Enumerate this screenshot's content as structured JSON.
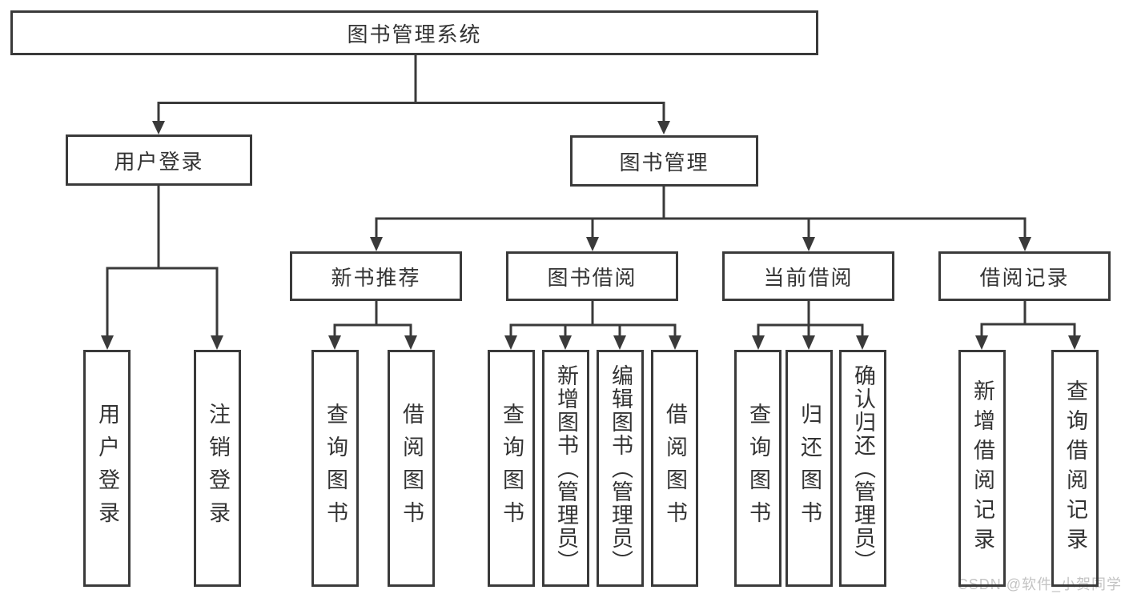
{
  "nodes": {
    "root": "图书管理系统",
    "level2": {
      "user_login": "用户登录",
      "book_mgmt": "图书管理"
    },
    "level3": {
      "new_books": "新书推荐",
      "book_borrow": "图书借阅",
      "current_borrow": "当前借阅",
      "borrow_records": "借阅记录"
    },
    "leaves": {
      "user_login": "用户登录",
      "logout": "注销登录",
      "nb_query_books": "查询图书",
      "nb_borrow_books": "借阅图书",
      "bb_query_books": "查询图书",
      "bb_add_books": "新增图书（管理员）",
      "bb_edit_books": "编辑图书（管理员）",
      "bb_borrow_books": "借阅图书",
      "cb_query_books": "查询图书",
      "cb_return_books": "归还图书",
      "cb_confirm_return": "确认归还（管理员）",
      "br_add_record": "新增借阅记录",
      "br_query_record": "查询借阅记录"
    }
  },
  "watermark": "CSDN @软件_小贺同学",
  "colors": {
    "line": "#3a3a3a",
    "text": "#333333",
    "watermark": "#c3c3c3",
    "background": "#ffffff"
  }
}
